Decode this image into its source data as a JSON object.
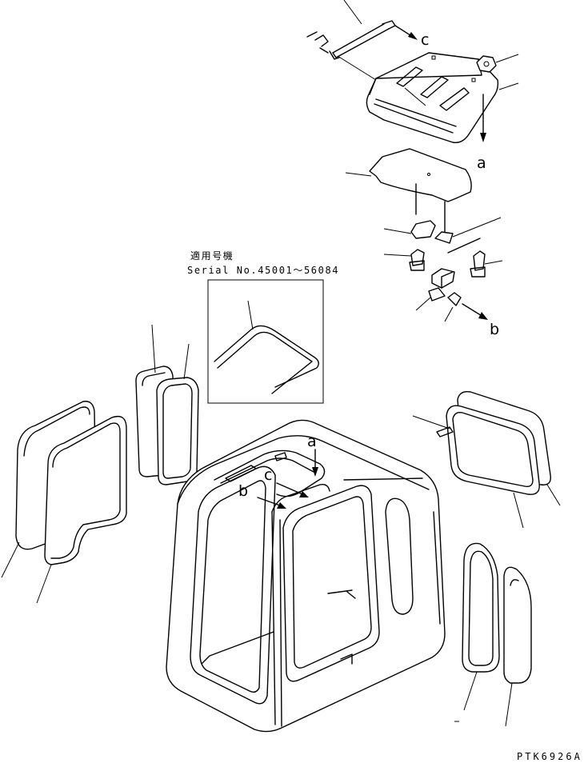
{
  "labels": {
    "a": "a",
    "b": "b",
    "c": "c"
  },
  "serial_box": {
    "title": "適用号機",
    "serial": "Serial No.45001～56084"
  },
  "drawing_code": "PTK6926A"
}
